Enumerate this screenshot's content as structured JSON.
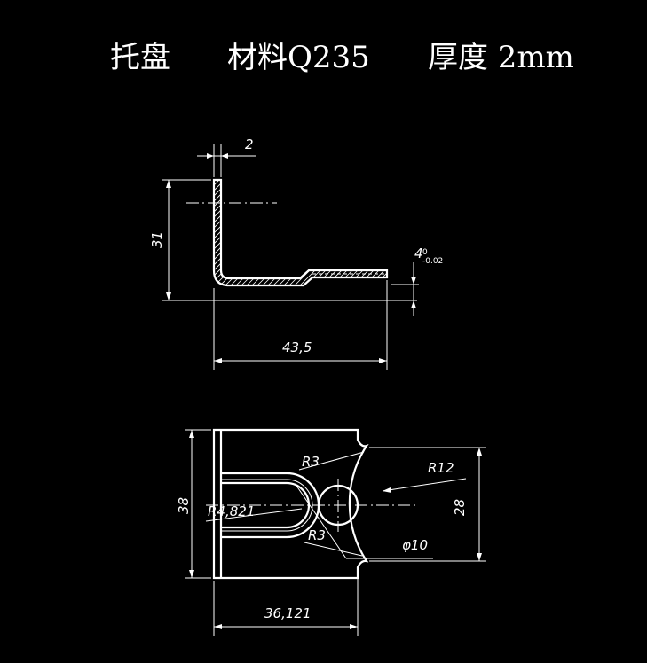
{
  "title": {
    "part_name": "托盘",
    "material": "材料Q235",
    "thickness": "厚度 2mm"
  },
  "side_view": {
    "thickness_dim": "2",
    "height_dim": "31",
    "length_dim": "43,5",
    "offset_dim": "4",
    "offset_tol_upper": "0",
    "offset_tol_lower": "-0.02"
  },
  "top_view": {
    "radius_small_top": "R3",
    "radius_small_bottom": "R3",
    "radius_large": "R12",
    "radius_slot": "R4,821",
    "hole_dia": "φ10",
    "height_dim": "38",
    "notch_dim": "28",
    "width_dim": "36,121"
  }
}
